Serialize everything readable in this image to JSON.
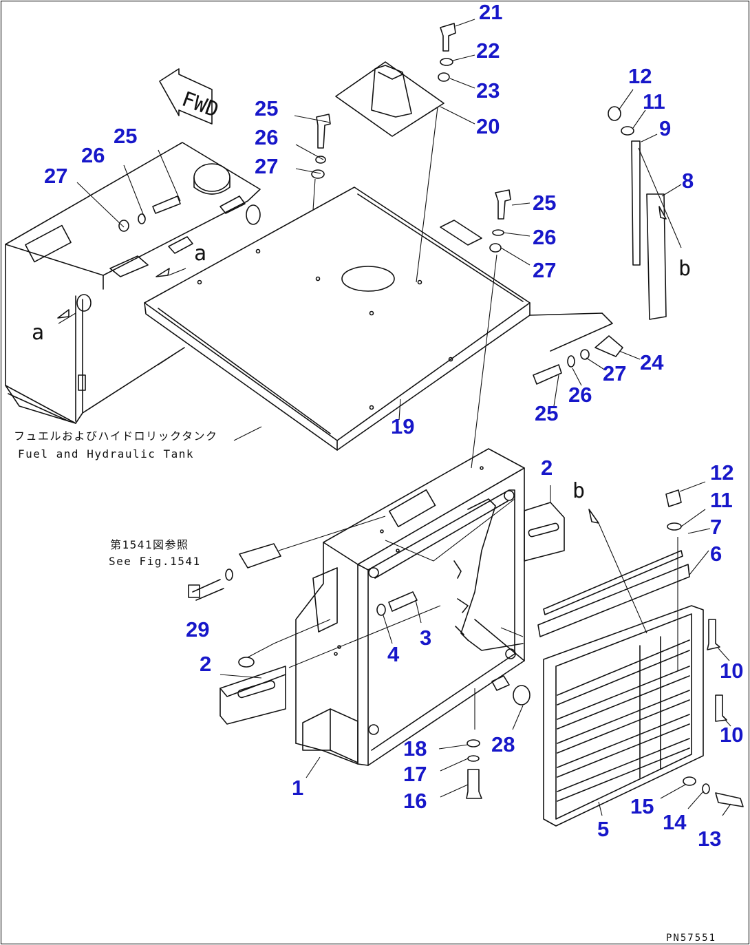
{
  "callouts": [
    {
      "id": "c21",
      "text": "21"
    },
    {
      "id": "c22",
      "text": "22"
    },
    {
      "id": "c23",
      "text": "23"
    },
    {
      "id": "c20",
      "text": "20"
    },
    {
      "id": "c25a",
      "text": "25"
    },
    {
      "id": "c26a",
      "text": "26"
    },
    {
      "id": "c27a",
      "text": "27"
    },
    {
      "id": "c25b",
      "text": "25"
    },
    {
      "id": "c26b",
      "text": "26"
    },
    {
      "id": "c27b",
      "text": "27"
    },
    {
      "id": "c25c",
      "text": "25"
    },
    {
      "id": "c26c",
      "text": "26"
    },
    {
      "id": "c27c",
      "text": "27"
    },
    {
      "id": "c27d",
      "text": "27"
    },
    {
      "id": "c24",
      "text": "24"
    },
    {
      "id": "c26d",
      "text": "26"
    },
    {
      "id": "c25d",
      "text": "25"
    },
    {
      "id": "c19",
      "text": "19"
    },
    {
      "id": "c12a",
      "text": "12"
    },
    {
      "id": "c11a",
      "text": "11"
    },
    {
      "id": "c9",
      "text": "9"
    },
    {
      "id": "c8",
      "text": "8"
    },
    {
      "id": "c2a",
      "text": "2"
    },
    {
      "id": "c12b",
      "text": "12"
    },
    {
      "id": "c11b",
      "text": "11"
    },
    {
      "id": "c7",
      "text": "7"
    },
    {
      "id": "c6",
      "text": "6"
    },
    {
      "id": "c3",
      "text": "3"
    },
    {
      "id": "c4",
      "text": "4"
    },
    {
      "id": "c29",
      "text": "29"
    },
    {
      "id": "c2b",
      "text": "2"
    },
    {
      "id": "c10a",
      "text": "10"
    },
    {
      "id": "c10b",
      "text": "10"
    },
    {
      "id": "c18",
      "text": "18"
    },
    {
      "id": "c28",
      "text": "28"
    },
    {
      "id": "c17",
      "text": "17"
    },
    {
      "id": "c16",
      "text": "16"
    },
    {
      "id": "c1",
      "text": "1"
    },
    {
      "id": "c15",
      "text": "15"
    },
    {
      "id": "c14",
      "text": "14"
    },
    {
      "id": "c13",
      "text": "13"
    },
    {
      "id": "c5",
      "text": "5"
    }
  ],
  "view_letters": {
    "a1": "a",
    "a2": "a",
    "b1": "b",
    "b2": "b"
  },
  "fwd_label": "FWD",
  "notes": {
    "tank_jp": "フュエルおよびハイドロリックタンク",
    "tank_en": "Fuel and Hydraulic Tank",
    "ref_jp": "第1541図参照",
    "ref_en": "See Fig.1541"
  },
  "drawing_code": "PN57551",
  "colors": {
    "callout": "#1717c9",
    "line": "#111111",
    "background": "#ffffff"
  }
}
